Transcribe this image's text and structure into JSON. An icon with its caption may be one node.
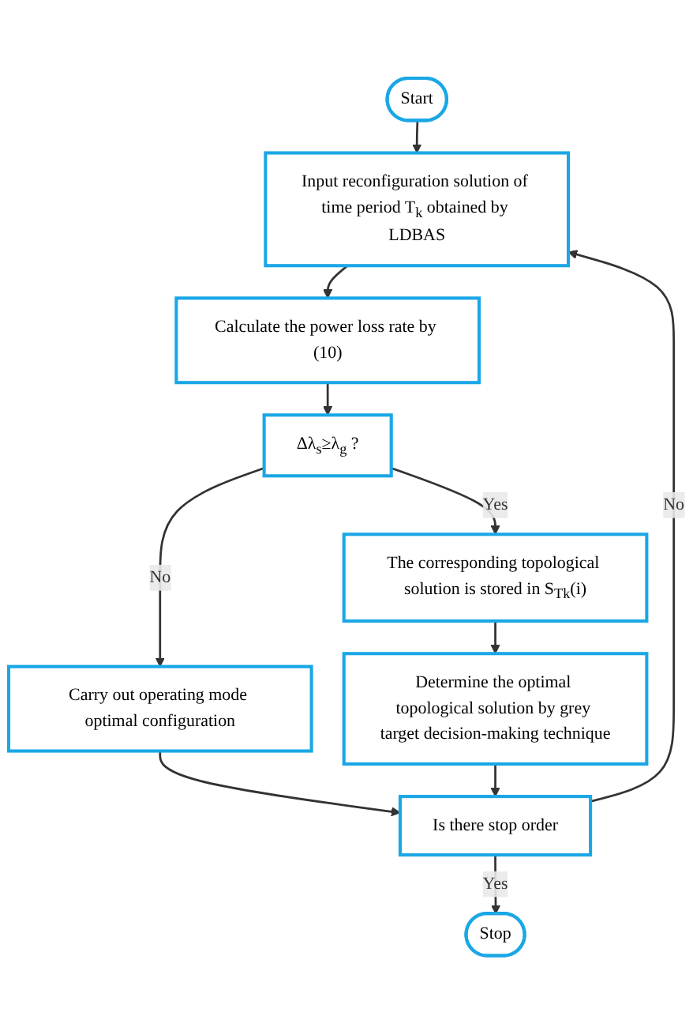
{
  "diagram": {
    "nodes": [
      {
        "text": [
          "Start"
        ]
      },
      {
        "text": [
          "Input reconfiguration solution of time period T$_{k}$ obtained by LDBAS"
        ]
      },
      {
        "text": [
          "Calculate the power loss rate by (10)"
        ]
      },
      {
        "text": [
          "Δλ$_{s}$≥λ$_{g}$ ?"
        ]
      },
      {
        "text": [
          "The corresponding topological solution is stored in S$_{Tk}$(i)"
        ]
      },
      {
        "text": [
          "Carry out operating mode optimal configuration"
        ]
      },
      {
        "text": [
          "Determine the optimal topological solution by grey target decision-making technique"
        ]
      },
      {
        "text": [
          "Is there stop order"
        ]
      },
      {
        "text": [
          "Stop"
        ]
      }
    ],
    "edges": [
      {
        "from": 0,
        "to": 1,
        "arrow": "to"
      },
      {
        "from": 1,
        "to": 2,
        "arrow": "to"
      },
      {
        "from": 2,
        "to": 3,
        "arrow": "to"
      },
      {
        "from": 3,
        "to": 4,
        "arrow": "to",
        "label": "Yes"
      },
      {
        "from": 3,
        "to": 5,
        "arrow": "to",
        "label": "No"
      },
      {
        "from": 4,
        "to": 6,
        "arrow": "to"
      },
      {
        "from": 5,
        "to": 7,
        "arrow": "to"
      },
      {
        "from": 6,
        "to": 7,
        "arrow": "to"
      },
      {
        "from": 7,
        "to": 1,
        "arrow": "to",
        "label": "No"
      },
      {
        "from": 7,
        "to": 8,
        "arrow": "to",
        "label": "Yes"
      }
    ]
  }
}
